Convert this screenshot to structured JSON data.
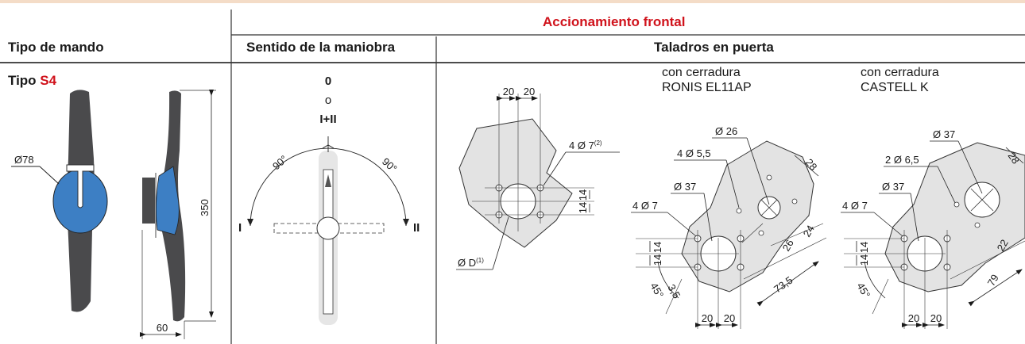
{
  "header": {
    "group_title": "Accionamiento frontal",
    "col1": "Tipo de mando",
    "col2": "Sentido de la maniobra",
    "col3": "Taladros en puerta"
  },
  "type": {
    "prefix": "Tipo ",
    "code": "S4"
  },
  "handle": {
    "diameter": "Ø78",
    "height": "350",
    "width": "60"
  },
  "rotation": {
    "pos0": "0",
    "or": "o",
    "pos_both": "I+II",
    "angle_left": "90°",
    "angle_right": "90°",
    "pos_left": "I",
    "pos_right": "II"
  },
  "drill_basic": {
    "dim_top_a": "20",
    "dim_top_b": "20",
    "holes": "4 Ø 7",
    "holes_note": "(2)",
    "dim_side_a": "14",
    "dim_side_b": "14",
    "diameter": "Ø D",
    "diameter_note": "(1)"
  },
  "ronis": {
    "line1": "con cerradura",
    "line2": "RONIS EL11AP",
    "d26": "Ø 26",
    "holes55": "4 Ø 5,5",
    "d37": "Ø 37",
    "holes7": "4 Ø 7",
    "dim28": "28",
    "dim26": "26",
    "dim24": "24",
    "dim735": "73,5",
    "dim14a": "14",
    "dim14b": "14",
    "angle": "45°",
    "dim35": "3,5",
    "dim20a": "20",
    "dim20b": "20"
  },
  "castell": {
    "line1": "con cerradura",
    "line2": "CASTELL K",
    "d37top": "Ø 37",
    "holes65": "2 Ø 6,5",
    "d37": "Ø 37",
    "holes7": "4 Ø 7",
    "dim28": "28",
    "dim22": "22",
    "dim79": "79",
    "dim14a": "14",
    "dim14b": "14",
    "angle": "45°",
    "dim20a": "20",
    "dim20b": "20"
  },
  "colors": {
    "accent_red": "#d0121b",
    "handle_dark": "#4a4a4c",
    "handle_blue": "#3d7fc4",
    "plate_grey": "#e3e3e3"
  }
}
